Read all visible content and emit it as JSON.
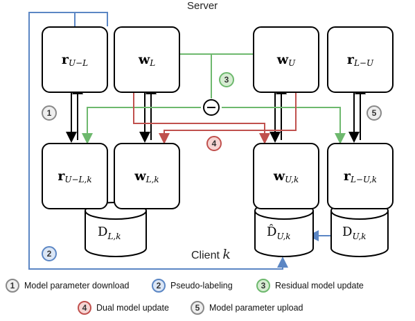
{
  "server_label": "Server",
  "client_label": "Client",
  "client_index": "k",
  "nodes": {
    "r_UL": {
      "symbol": "r",
      "subscript": "U−L"
    },
    "w_L": {
      "symbol": "w",
      "subscript": "L"
    },
    "w_U": {
      "symbol": "w",
      "subscript": "U"
    },
    "r_LU": {
      "symbol": "r",
      "subscript": "L−U"
    },
    "r_ULk": {
      "symbol": "r",
      "subscript": "U−L,k"
    },
    "w_Lk": {
      "symbol": "w",
      "subscript": "L,k"
    },
    "w_Uk": {
      "symbol": "w",
      "subscript": "U,k"
    },
    "r_LUk": {
      "symbol": "r",
      "subscript": "L−U,k"
    }
  },
  "datasets": {
    "D_Lk": {
      "symbol": "D",
      "subscript": "L,k"
    },
    "Dhat_Uk": {
      "symbol": "D̂",
      "subscript": "U,k"
    },
    "D_Uk": {
      "symbol": "D",
      "subscript": "U,k"
    }
  },
  "minus_symbol": "−",
  "badges": {
    "b1": "1",
    "b2": "2",
    "b3": "3",
    "b4": "4",
    "b5": "5"
  },
  "legend": {
    "items": [
      {
        "number": "1",
        "text": "Model parameter download",
        "color": "#888888"
      },
      {
        "number": "2",
        "text": "Pseudo-labeling",
        "color": "#5b86c4"
      },
      {
        "number": "3",
        "text": "Residual model update",
        "color": "#5aa55a"
      },
      {
        "number": "4",
        "text": "Dual model update",
        "color": "#c9504d"
      },
      {
        "number": "5",
        "text": "Model parameter upload",
        "color": "#888888"
      }
    ]
  },
  "colors": {
    "blue": "#5b86c4",
    "green": "#6db86d",
    "red": "#c0504d",
    "gray": "#888888",
    "blue_fill": "#dbe6f5",
    "green_fill": "#d6ecd2",
    "red_fill": "#f6d5d3",
    "gray_fill": "#eeeeee"
  }
}
